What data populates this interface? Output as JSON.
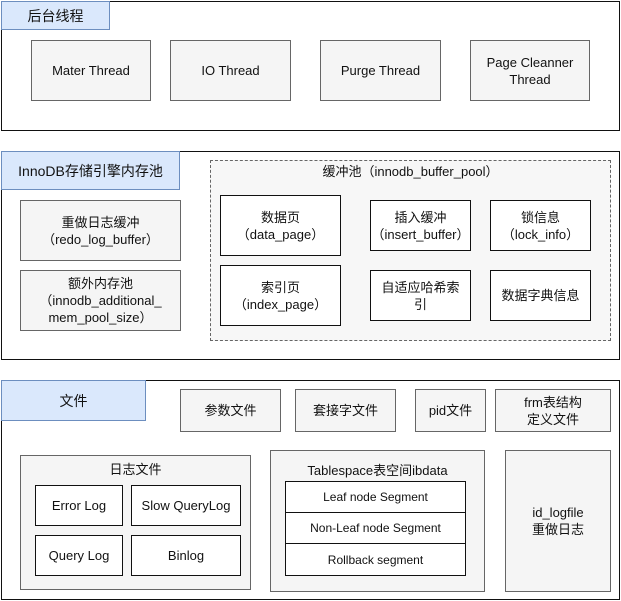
{
  "sections": {
    "threads": {
      "title": "后台线程",
      "items": [
        "Mater Thread",
        "IO Thread",
        "Purge Thread",
        "Page Cleanner\nThread"
      ]
    },
    "innodb": {
      "title": "InnoDB存储引擎内存池",
      "left_items": [
        "重做日志缓冲\n（redo_log_buffer）",
        "额外内存池\n（innodb_additional_\nmem_pool_size）"
      ],
      "buffer_pool": {
        "title": "缓冲池（innodb_buffer_pool）",
        "items": [
          "数据页\n（data_page）",
          "插入缓冲\n（insert_buffer）",
          "锁信息\n（lock_info）",
          "索引页\n（index_page）",
          "自适应哈希索\n引",
          "数据字典信息"
        ]
      }
    },
    "files": {
      "title": "文件",
      "top_items": [
        "参数文件",
        "套接字文件",
        "pid文件",
        "frm表结构\n定义文件"
      ],
      "logs": {
        "title": "日志文件",
        "items": [
          "Error Log",
          "Slow QueryLog",
          "Query Log",
          "Binlog"
        ]
      },
      "tablespace": {
        "title": "Tablespace表空间ibdata",
        "segments": [
          "Leaf node Segment",
          "Non-Leaf node Segment",
          "Rollback segment"
        ]
      },
      "id_logfile": "id_logfile\n重做日志"
    }
  }
}
